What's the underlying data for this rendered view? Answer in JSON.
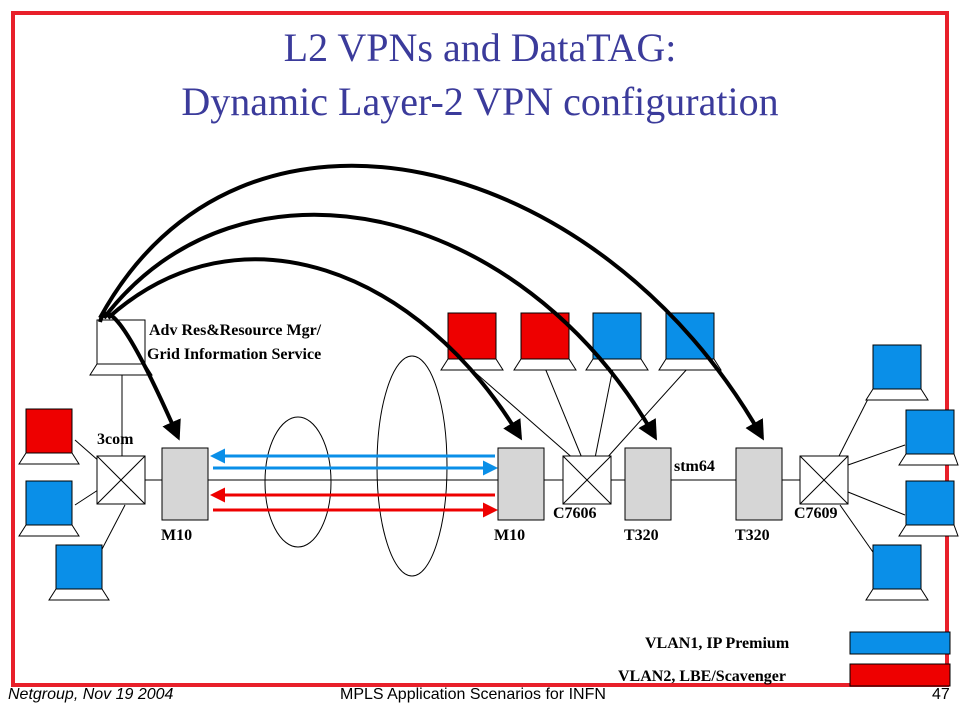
{
  "slide": {
    "title_line1": "L2 VPNs and DataTAG:",
    "title_line2": "Dynamic Layer-2 VPN configuration"
  },
  "labels": {
    "mgr_line1": "Adv Res&Resource Mgr/",
    "mgr_line2": "Grid Information Service",
    "switch_3com": "3com",
    "router_m10_left": "M10",
    "router_m10_right": "M10",
    "switch_c7606": "C7606",
    "router_t320_left": "T320",
    "router_t320_right": "T320",
    "switch_c7609": "C7609",
    "link_stm64": "stm64"
  },
  "legend": {
    "vlan1": "VLAN1, IP Premium",
    "vlan2": "VLAN2, LBE/Scavenger"
  },
  "footer": {
    "left": "Netgroup, Nov 19 2004",
    "center": "MPLS Application Scenarios for INFN",
    "page": "47"
  },
  "colors": {
    "frame": "#e8202a",
    "vlan1": "#0a8fe8",
    "vlan2": "#ee0000",
    "title": "#3b3b9b"
  }
}
